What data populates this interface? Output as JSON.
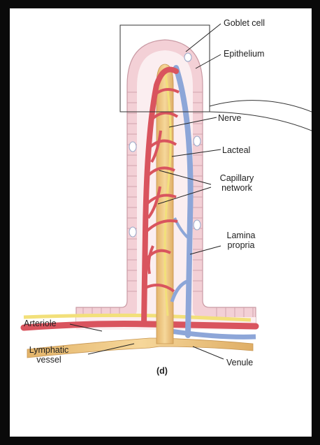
{
  "labels": {
    "goblet_cell": "Goblet cell",
    "epithelium": "Epithelium",
    "nerve": "Nerve",
    "lacteal": "Lacteal",
    "capillary_network": "Capillary network",
    "lamina_propria": "Lamina propria",
    "arteriole": "Arteriole",
    "lymphatic_vessel": "Lymphatic vessel",
    "venule": "Venule",
    "panel_letter": "(d)"
  },
  "colors": {
    "epithelium_fill": "#f3d0d6",
    "epithelium_stroke": "#c99aa4",
    "lamina_fill": "#fbeef0",
    "artery": "#d9545e",
    "vein": "#8da6d8",
    "lacteal": "#f0c983",
    "nerve": "#f2e07a",
    "background": "#0a0a0a"
  }
}
